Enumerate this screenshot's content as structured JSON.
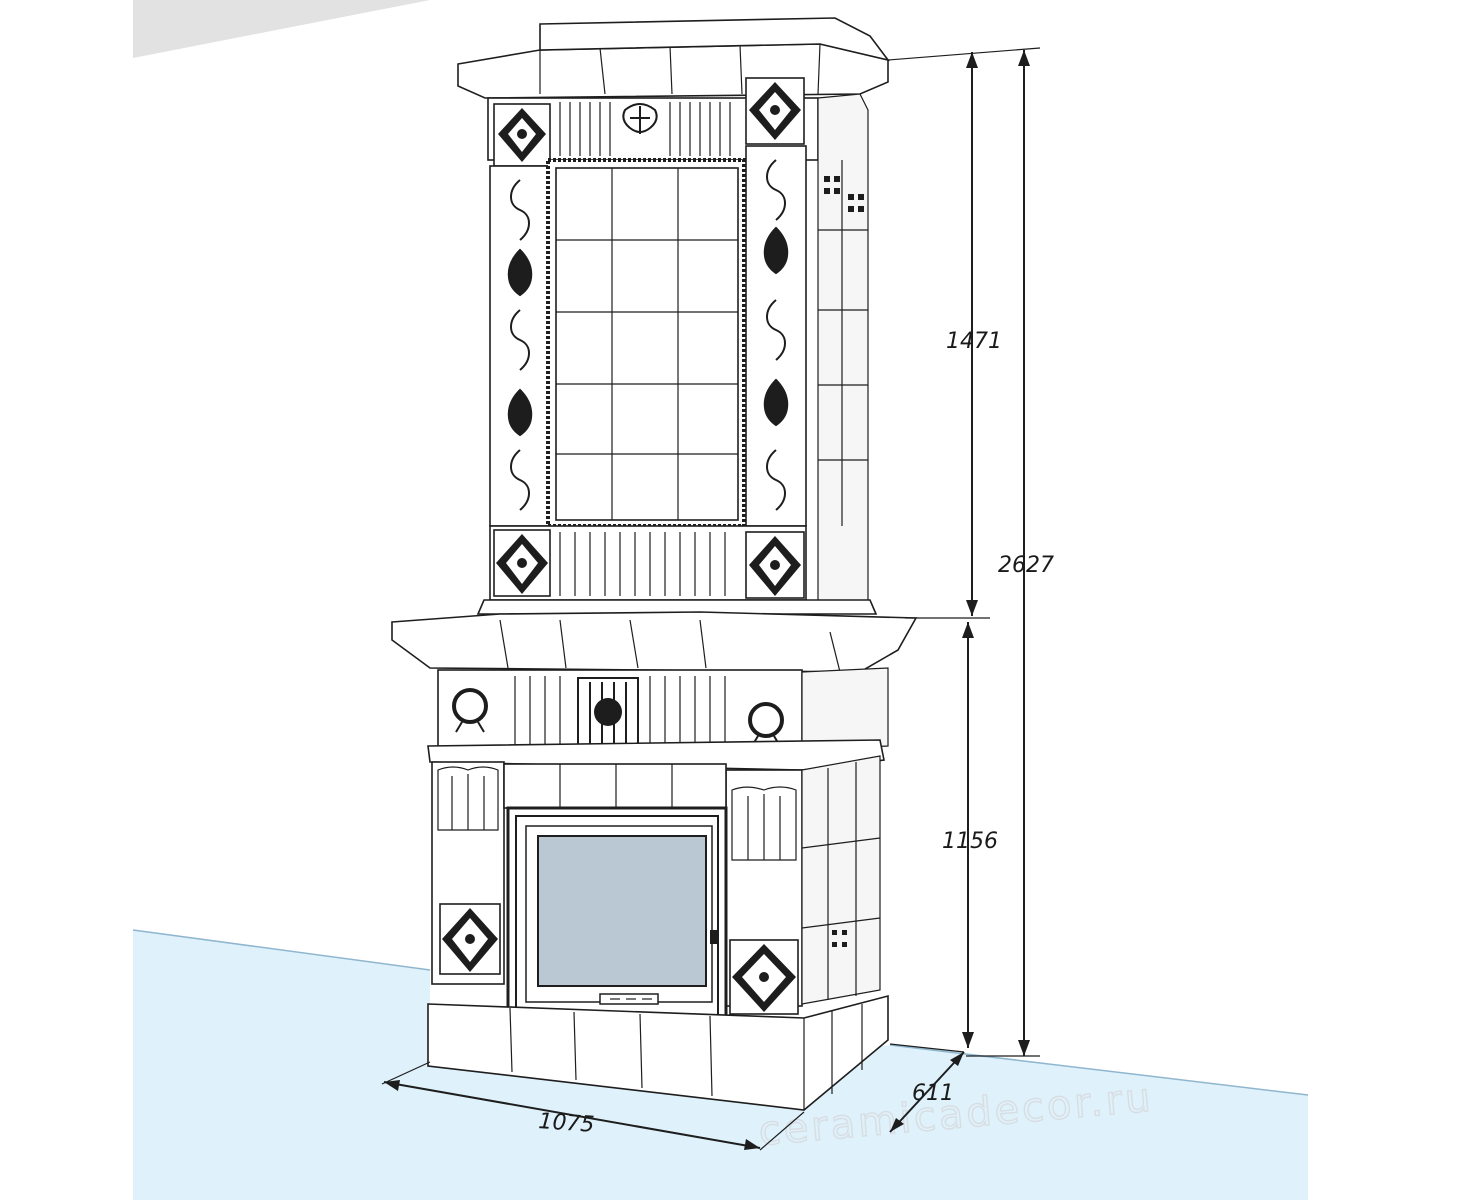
{
  "dimensions": {
    "upper_height": "1471",
    "lower_height": "1156",
    "total_height": "2627",
    "width": "1075",
    "depth": "611"
  },
  "watermark": "ceramicadecor.ru",
  "colors": {
    "floor": "#dff1fb",
    "floor_edge": "#8fb6cf",
    "ceiling": "#e2e2e2",
    "glass": "#b9c8d2",
    "line": "#1e1e1e"
  }
}
